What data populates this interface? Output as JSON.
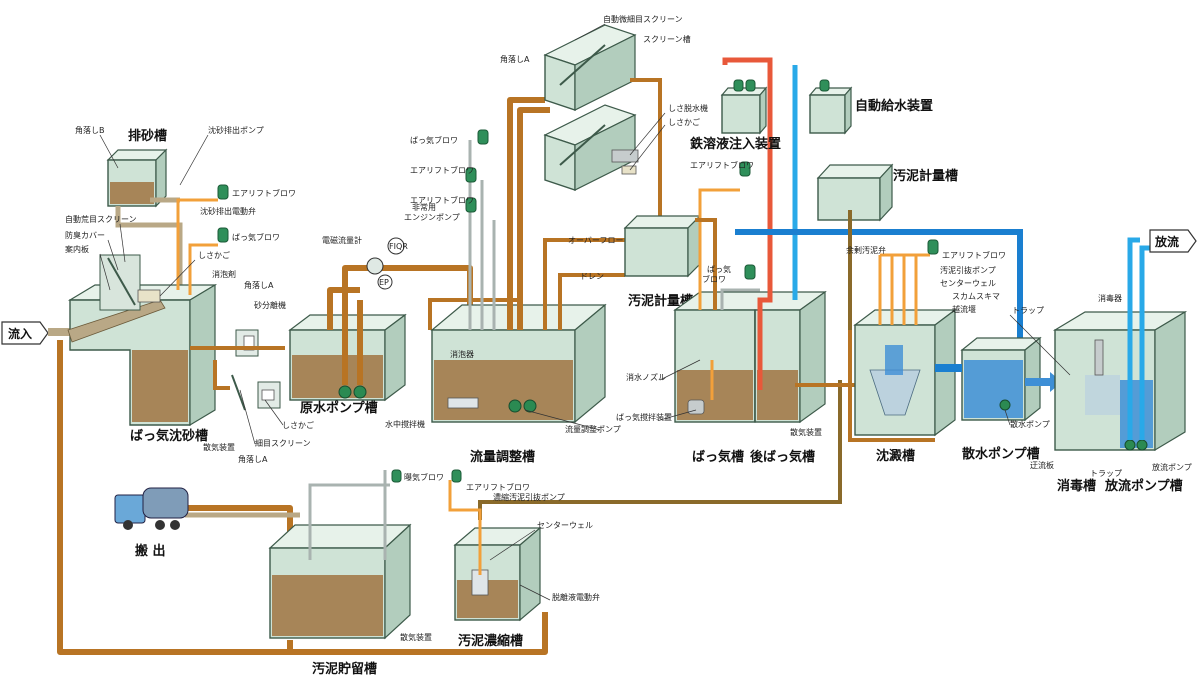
{
  "labels": {
    "inflow": "流入",
    "discharge": "放流",
    "haul_out": "搬 出",
    "grit_tank": "排砂槽",
    "aerated_grit": "ばっ気沈砂槽",
    "raw_pump_tank": "原水ポンプ槽",
    "equalization": "流量調整槽",
    "sludge_meter_1": "汚泥計量槽",
    "aeration": "ばっ気槽",
    "post_aeration": "後ばっ気槽",
    "iron_injection": "鉄溶液注入装置",
    "auto_water": "自動給水装置",
    "sludge_meter_2": "汚泥計量槽",
    "settling": "沈澱槽",
    "spray_pump": "散水ポンプ槽",
    "disinfection": "消毒槽",
    "discharge_pump": "放流ポンプ槽",
    "sludge_storage": "汚泥貯留槽",
    "sludge_thickener": "汚泥濃縮槽"
  },
  "annotations": {
    "kakuotoshi_b": "角落しB",
    "sand_pump": "沈砂排出ポンプ",
    "air_lift_blower_1": "エアリフトブロワ",
    "sand_valve": "沈砂排出電動弁",
    "aeration_blower_1": "ばっ気ブロワ",
    "auto_screen": "自動荒目スクリーン",
    "splash_cover": "防臭カバー",
    "guide_plate": "案内板",
    "shisakago_1": "しさかご",
    "defoamer": "消泡剤",
    "kakuotoshi_a1": "角落しA",
    "grit_sep": "砂分離機",
    "shisakago_2": "しさかご",
    "fine_screen": "細目スクリーン",
    "kakuotoshi_a2": "角落しA",
    "diffuser_1": "散気装置",
    "em_flowmeter": "電磁流量計",
    "fqr": "FIQR",
    "ep": "EP",
    "emergency_pump": "非常用\nエンジンポンプ",
    "aeration_blower_2": "ばっ気ブロワ",
    "air_lift_blower_2": "エアリフトブロワ",
    "air_lift_blower_3": "エアリフトブロワ",
    "air_lift_blower_4": "エアリフトブロワ",
    "defoam_2": "消泡器",
    "submersible_mixer": "水中撹拌機",
    "flow_pump": "流量調整ポンプ",
    "kakuotoshi_a3": "角落しA",
    "auto_fine_screen": "自動微細目スクリーン",
    "screen_tank": "スクリーン槽",
    "shisa_dewater": "しさ脱水機",
    "shisakago_3": "しさかご",
    "overflow": "オーバーフロー",
    "drain": "ドレン",
    "air_lift_blower_5": "エアリフトブロワ",
    "aeration_blower_3": "ばっ気\nブロワ",
    "defoam_nozzle": "消水ノズル",
    "aeration_mixer": "ばっ気撹拌装置",
    "diffuser_2": "散気装置",
    "excess_sludge": "余剰汚泥弁",
    "air_lift_blower_6": "エアリフトブロワ",
    "sludge_pump": "汚泥引抜ポンプ",
    "center_well_1": "センターウェル",
    "scum_skimmer": "スカムスキマ",
    "weir": "越流堰",
    "trap_1": "トラップ",
    "spray_pump_lbl": "散水ポンプ",
    "disinfectant": "消毒器",
    "baffle": "迂流板",
    "trap_2": "トラップ",
    "discharge_pump_lbl": "放流ポンプ",
    "aeration_blower_4": "曝気ブロワ",
    "air_lift_blower_7": "エアリフトブロワ",
    "thick_sludge_pump": "濃縮汚泥引抜ポンプ",
    "center_well_2": "センターウェル",
    "diffuser_3": "散気装置",
    "separation_valve": "脱離液電動弁"
  },
  "colors": {
    "tank": "#cfe3d6",
    "sludge": "#a27a4a",
    "pipe_brown": "#b87424",
    "pipe_blue": "#1a7fd0",
    "pipe_red": "#e8583a",
    "blower": "#2f8f5a"
  }
}
